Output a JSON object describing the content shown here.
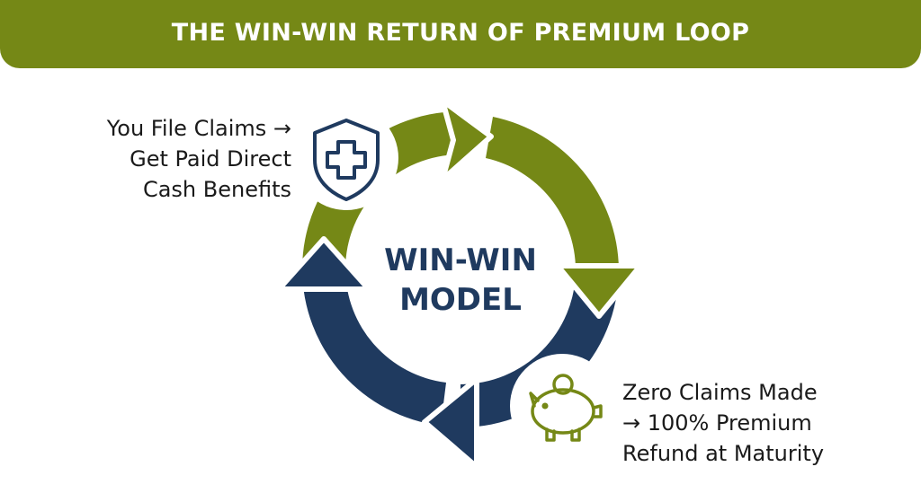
{
  "header": {
    "title": "THE WIN-WIN RETURN OF PREMIUM LOOP"
  },
  "center": {
    "line1": "WIN-WIN",
    "line2": "MODEL"
  },
  "claims_label": {
    "line1": "You File Claims →",
    "line2": "Get Paid Direct",
    "line3": "Cash Benefits"
  },
  "refund_label": {
    "line1": "Zero Claims Made",
    "line2": "→ 100% Premium",
    "line3": "Refund at Maturity"
  },
  "icons": {
    "top_left": "shield-plus-icon",
    "bottom_right": "piggy-bank-icon"
  },
  "colors": {
    "green": "#758816",
    "navy": "#1f3a5f",
    "white": "#ffffff"
  }
}
